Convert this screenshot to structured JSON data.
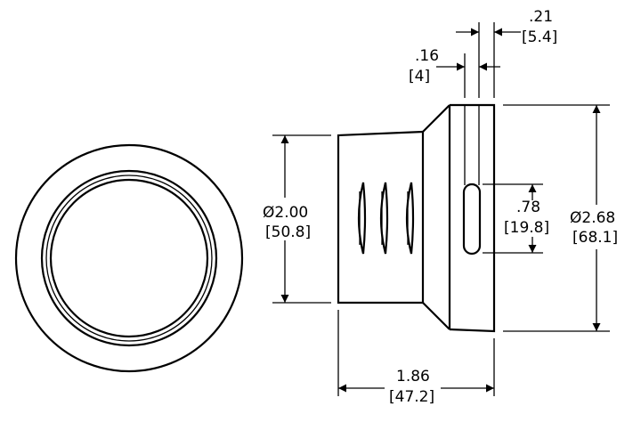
{
  "dimensions": {
    "slot_offset": {
      "in": ".16",
      "mm": "[4]"
    },
    "slot_width": {
      "in": ".21",
      "mm": "[5.4]"
    },
    "body_diameter": {
      "in": "Ø2.00",
      "mm": "[50.8]"
    },
    "slot_length": {
      "in": ".78",
      "mm": "[19.8]"
    },
    "flange_diameter": {
      "in": "Ø2.68",
      "mm": "[68.1]"
    },
    "overall_length": {
      "in": "1.86",
      "mm": "[47.2]"
    }
  }
}
